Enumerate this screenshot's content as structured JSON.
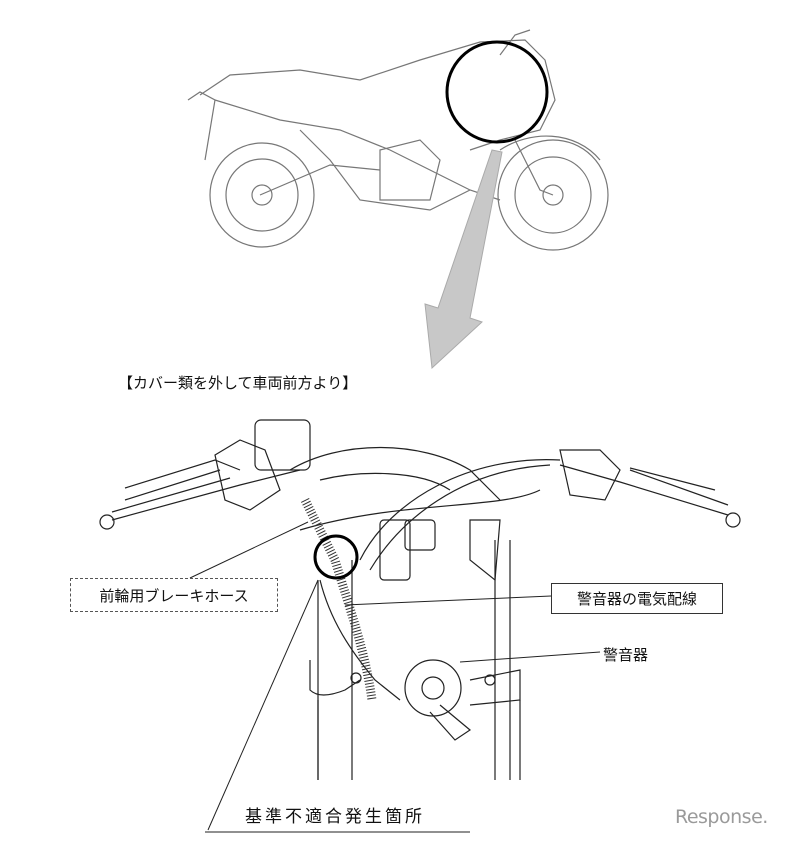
{
  "caption": "【カバー類を外して車両前方より】",
  "labels": {
    "brake_hose": "前輪用ブレーキホース",
    "horn_wiring": "警音器の電気配線",
    "horn": "警音器",
    "nonconformity": "基準不適合発生箇所"
  },
  "watermark": "Response."
}
